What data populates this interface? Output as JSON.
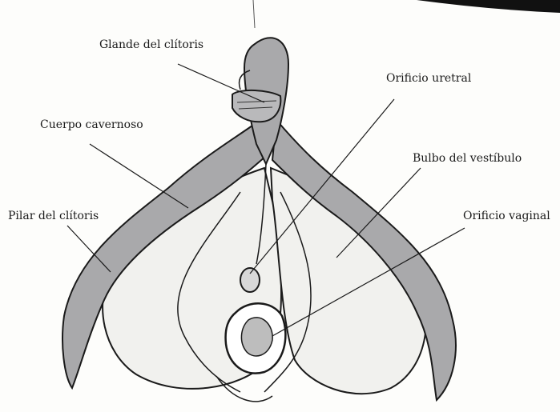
{
  "diagram": {
    "labels": {
      "glande": "Glande del clítoris",
      "cuerpo": "Cuerpo cavernoso",
      "pilar": "Pilar del clítoris",
      "uretral": "Orificio uretral",
      "bulbo": "Bulbo del vestíbulo",
      "vaginal": "Orificio vaginal"
    }
  },
  "colors": {
    "ink": "#1a1a1a",
    "corpus_fill": "#a9a9ab",
    "bulb_fill": "#f1f1ee",
    "background": "#fdfdfb"
  }
}
